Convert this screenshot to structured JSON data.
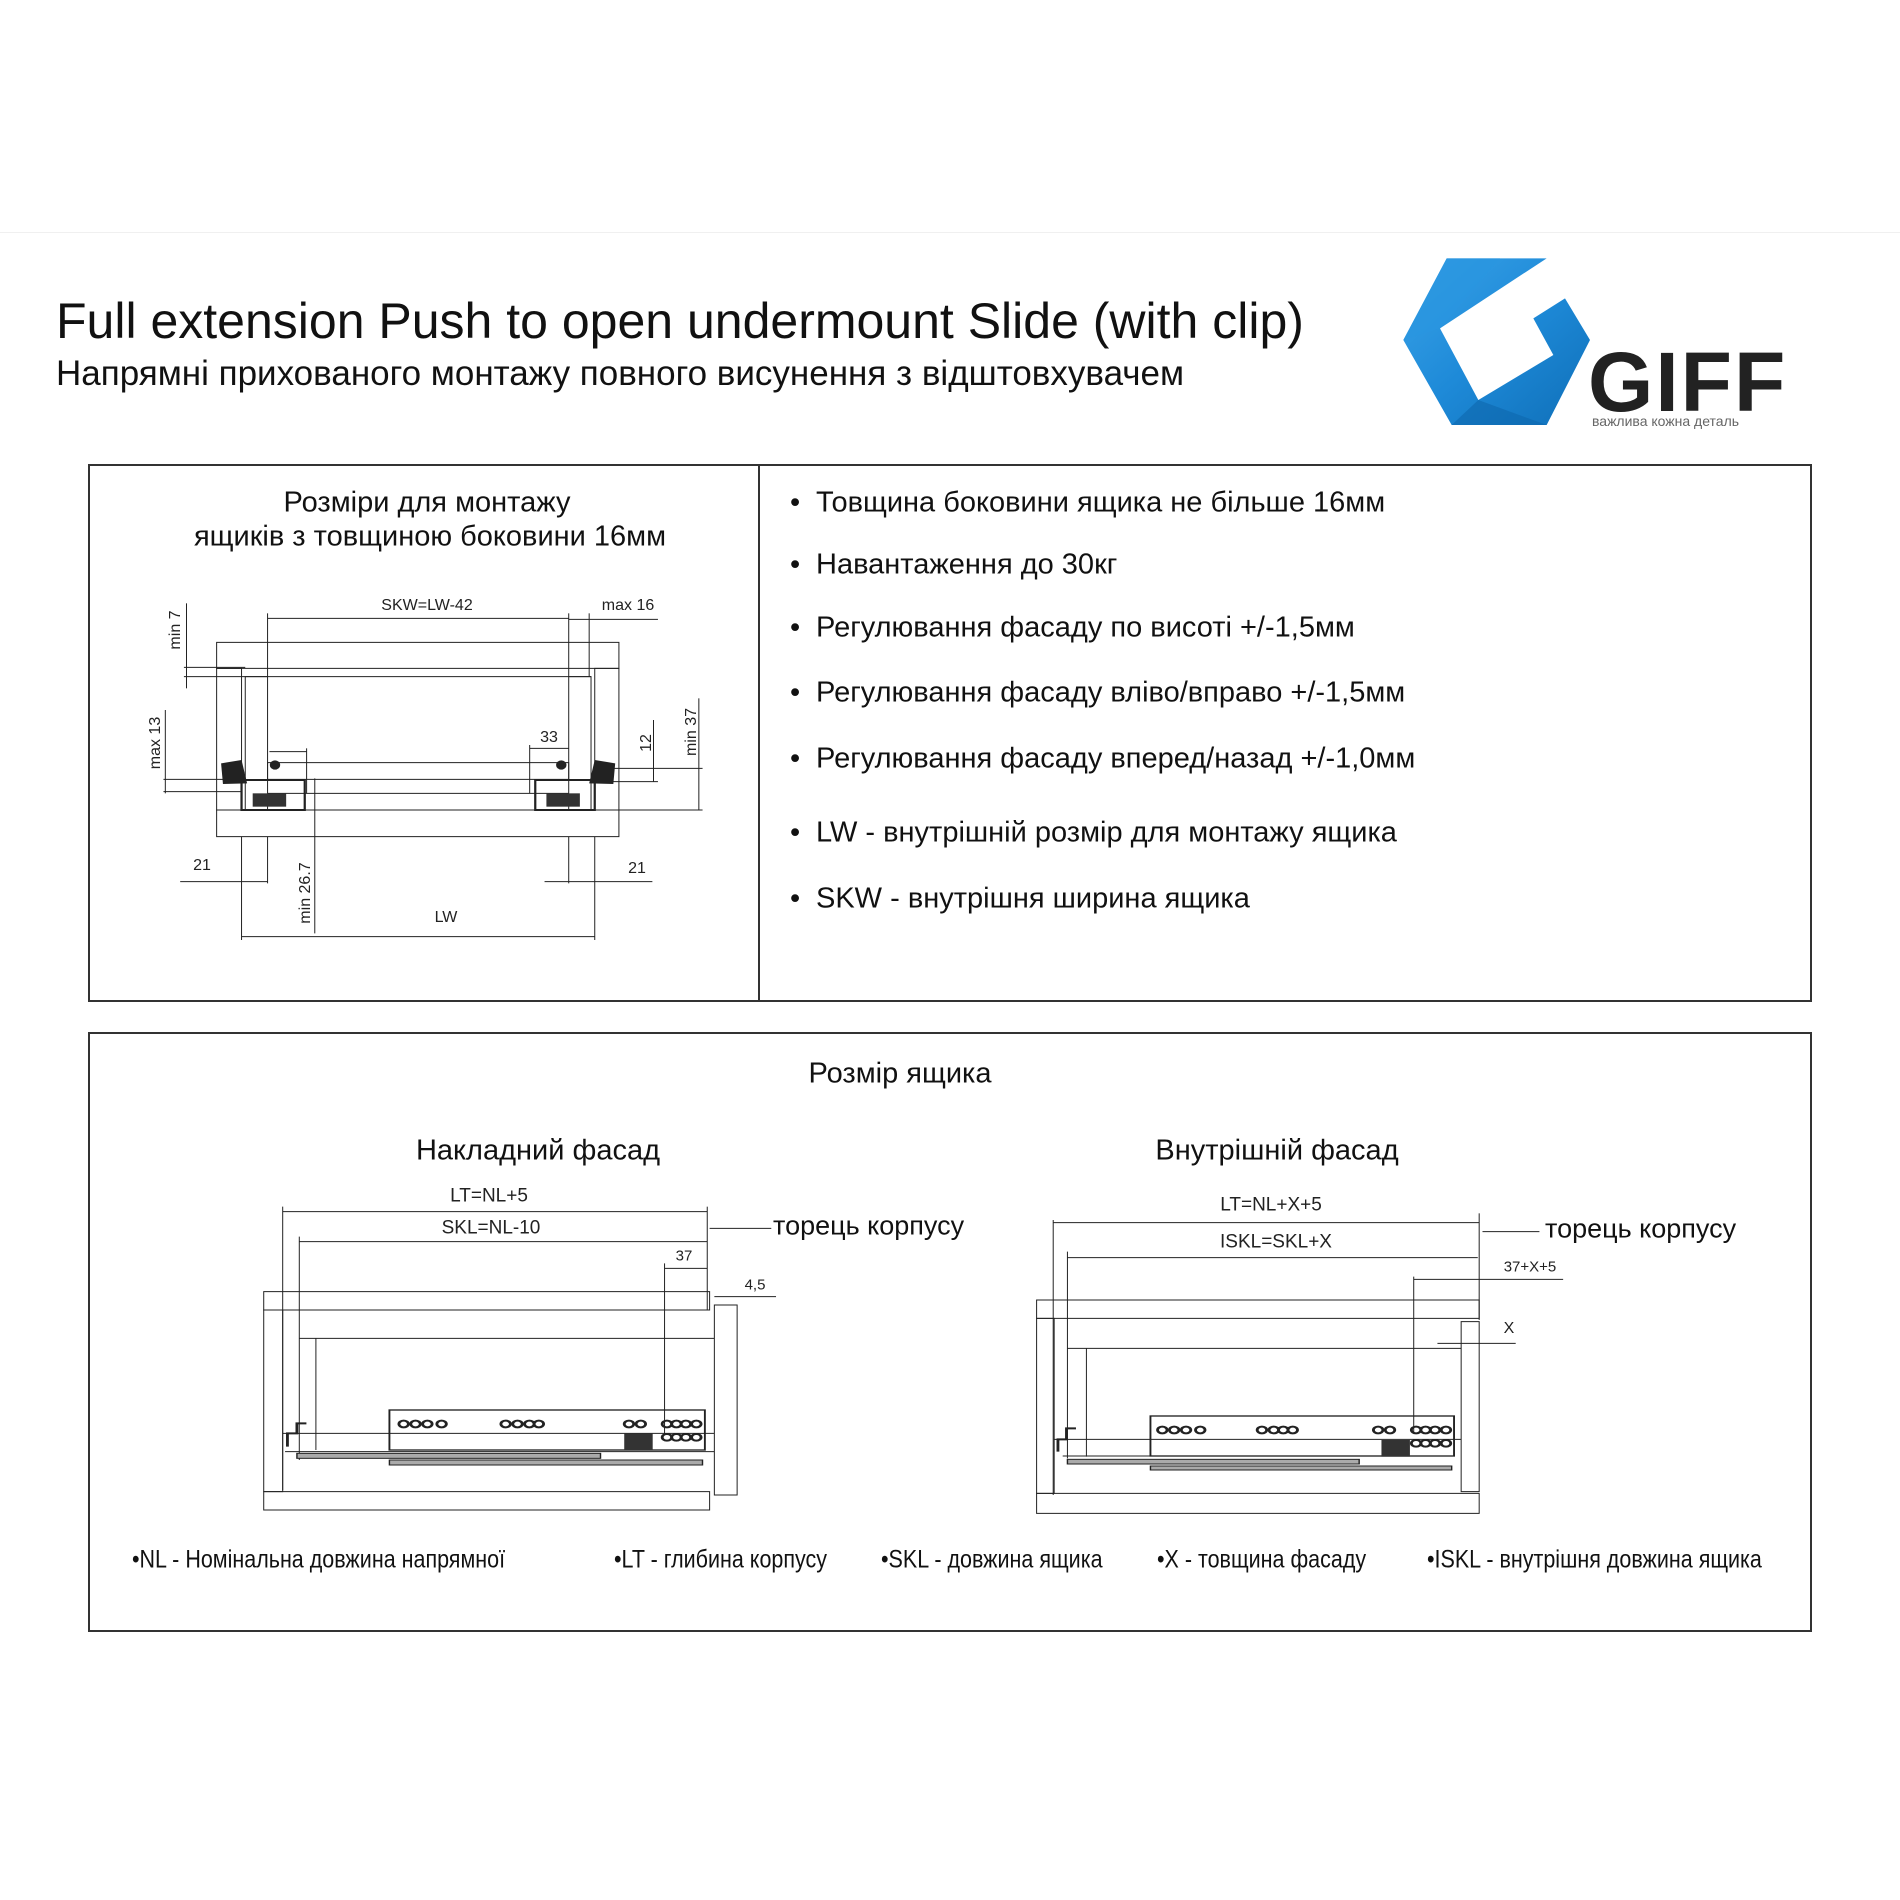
{
  "header": {
    "title": "Full extension Push to open undermount Slide (with clip)",
    "subtitle": "Напрямні прихованого монтажу повного висунення з відштовхувачем"
  },
  "logo": {
    "text": "GIFF",
    "tagline": "важлива кожна деталь",
    "colors": {
      "primary": "#1e8ad8",
      "dark": "#0f6fb8",
      "light": "#3aa3e8",
      "text": "#222222"
    }
  },
  "mounting": {
    "title_line1": "Розміри для монтажу",
    "title_line2": "ящиків з товщиною боковини 16мм",
    "dims": {
      "skw": "SKW=LW-42",
      "max16": "max 16",
      "min7": "min 7",
      "max13": "max 13",
      "d33": "33",
      "d12": "12",
      "min37": "min 37",
      "d21_left": "21",
      "d21_right": "21",
      "min267": "min 26.7",
      "lw": "LW"
    }
  },
  "specs": {
    "bullet": "•",
    "items": [
      "Товщина боковини ящика не більше 16мм",
      "Навантаження до 30кг",
      "Регулювання фасаду по висоті +/-1,5мм",
      "Регулювання фасаду вліво/вправо +/-1,5мм",
      "Регулювання фасаду вперед/назад +/-1,0мм",
      "LW - внутрішній розмір для монтажу ящика",
      "SKW - внутрішня ширина ящика"
    ]
  },
  "drawer_size": {
    "title": "Розмір ящика",
    "overlay": {
      "title": "Накладний фасад",
      "lt": "LT=NL+5",
      "skl": "SKL=NL-10",
      "d37": "37",
      "d45": "4,5",
      "cabinet_end": "торець корпусу"
    },
    "inset": {
      "title": "Внутрішній фасад",
      "lt": "LT=NL+X+5",
      "iskl": "ISKL=SKL+X",
      "d37x5": "37+X+5",
      "x": "X",
      "cabinet_end": "торець корпусу"
    },
    "legend": [
      "•NL - Номінальна довжина напрямної",
      "•LT - глибина корпусу",
      "•SKL - довжина ящика",
      "•X - товщина фасаду",
      "•ISKL - внутрішня довжина ящика"
    ]
  }
}
